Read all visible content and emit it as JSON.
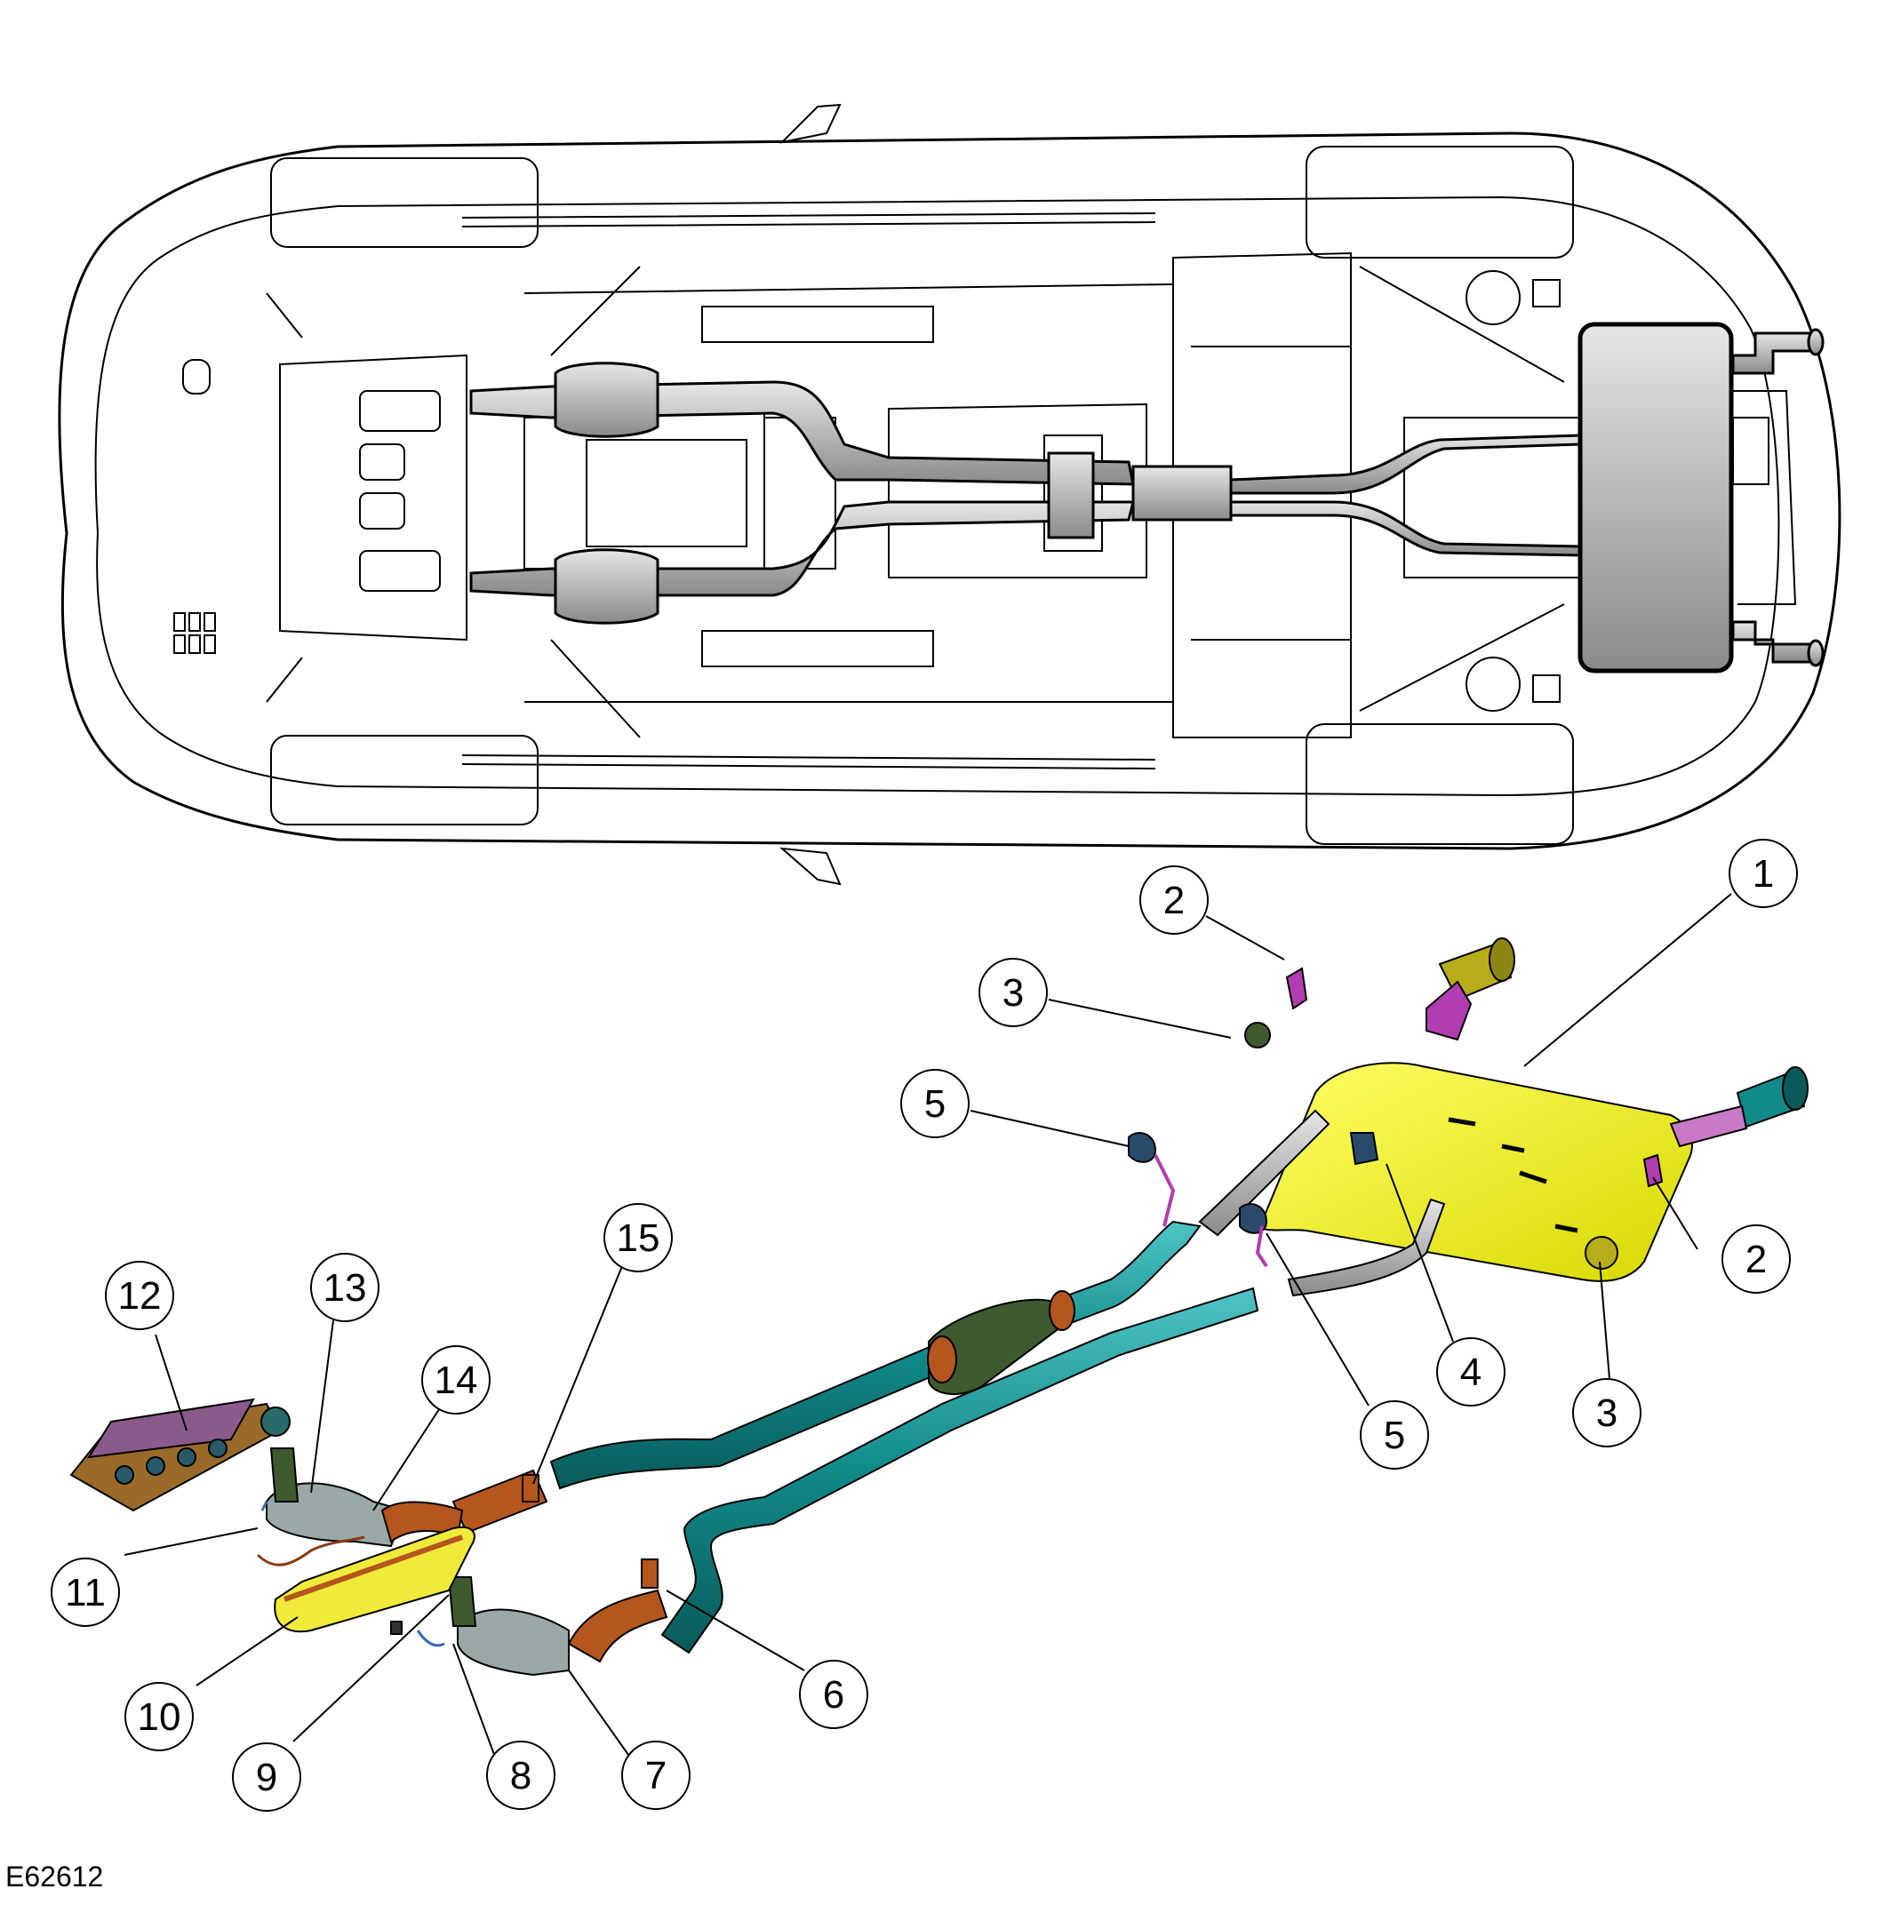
{
  "diagram": {
    "reference_code": "E62612",
    "callouts": [
      {
        "id": "c1",
        "label": "1"
      },
      {
        "id": "c2a",
        "label": "2"
      },
      {
        "id": "c2b",
        "label": "2"
      },
      {
        "id": "c3a",
        "label": "3"
      },
      {
        "id": "c3b",
        "label": "3"
      },
      {
        "id": "c4",
        "label": "4"
      },
      {
        "id": "c5a",
        "label": "5"
      },
      {
        "id": "c5b",
        "label": "5"
      },
      {
        "id": "c6",
        "label": "6"
      },
      {
        "id": "c7",
        "label": "7"
      },
      {
        "id": "c8",
        "label": "8"
      },
      {
        "id": "c9",
        "label": "9"
      },
      {
        "id": "c10",
        "label": "10"
      },
      {
        "id": "c11",
        "label": "11"
      },
      {
        "id": "c12",
        "label": "12"
      },
      {
        "id": "c13",
        "label": "13"
      },
      {
        "id": "c14",
        "label": "14"
      },
      {
        "id": "c15",
        "label": "15"
      }
    ],
    "colors": {
      "outline": "#000000",
      "pipe_gray": "#c8c8c8",
      "muffler_yellow": "#f2f200",
      "pipe_teal": "#118a8a",
      "resonator_green": "#3e5a2e",
      "pipe_copper": "#b4561e",
      "catalyst_silver": "#9aa8a8",
      "tip_olive": "#b7ad1a",
      "bracket_magenta": "#b23cb2",
      "manifold_purple": "#8a5a8a",
      "manifold_brown": "#9a6a2a",
      "isolator_navy": "#2a4a6a",
      "heatshield_yellow": "#f0ea3a"
    }
  }
}
